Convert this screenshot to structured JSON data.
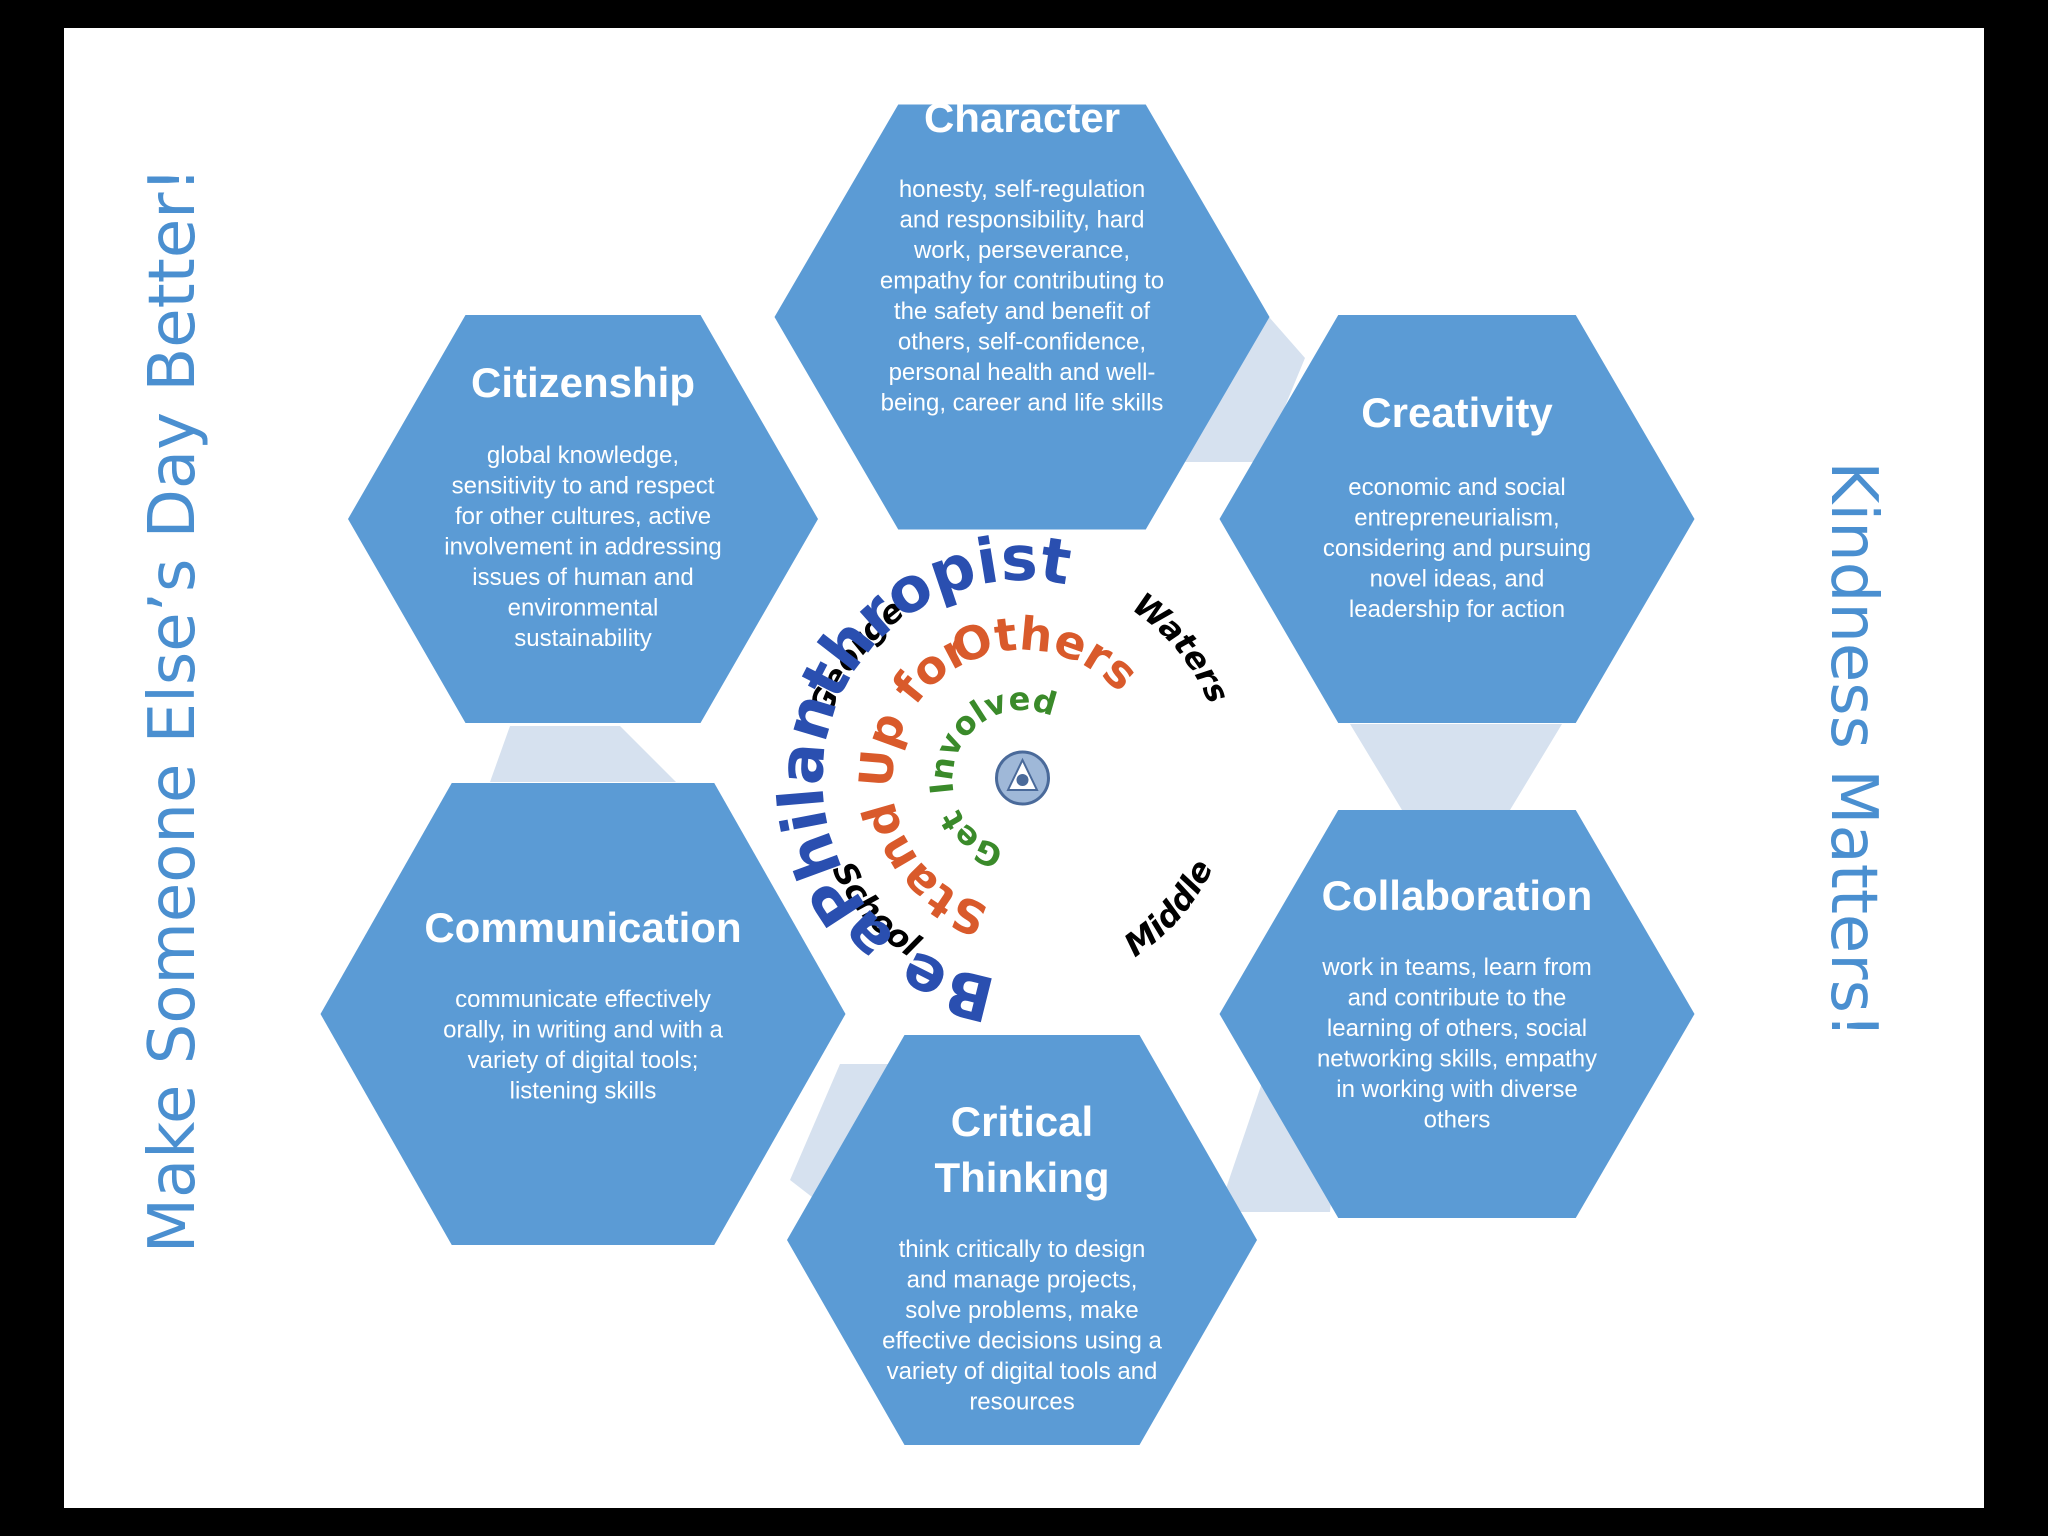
{
  "slogans": {
    "left": "Make Someone Else’s Day Better!",
    "right": "Kindness Matters!"
  },
  "colors": {
    "hexagon_fill": "#5b9bd5",
    "connector_fill": "#d6e1ef",
    "slogan_text": "#4a8fd0",
    "logo_blue": "#2a4fb0",
    "logo_red": "#d95a2b",
    "logo_green": "#3a8a2a"
  },
  "hexagons": [
    {
      "id": "character",
      "title_lines": [
        "Character"
      ],
      "description_lines": [
        "honesty, self-regulation",
        "and responsibility, hard",
        "work, perseverance,",
        "empathy for contributing to",
        "the safety and benefit of",
        "others, self-confidence,",
        "personal health and well-",
        "being, career and life skills"
      ]
    },
    {
      "id": "creativity",
      "title_lines": [
        "Creativity"
      ],
      "description_lines": [
        "economic and social",
        "entrepreneurialism,",
        "considering and pursuing",
        "novel ideas, and",
        "leadership for action"
      ]
    },
    {
      "id": "collaboration",
      "title_lines": [
        "Collaboration"
      ],
      "description_lines": [
        "work in teams, learn from",
        "and contribute to the",
        "learning of others, social",
        "networking skills, empathy",
        "in working with diverse",
        "others"
      ]
    },
    {
      "id": "critical-thinking",
      "title_lines": [
        "Critical",
        "Thinking"
      ],
      "description_lines": [
        "think critically to design",
        "and manage projects,",
        "solve problems, make",
        "effective decisions using a",
        "variety of digital tools and",
        "resources"
      ]
    },
    {
      "id": "communication",
      "title_lines": [
        "Communication"
      ],
      "description_lines": [
        "communicate effectively",
        "orally, in writing and with a",
        "variety of digital tools;",
        "listening skills"
      ]
    },
    {
      "id": "citizenship",
      "title_lines": [
        "Citizenship"
      ],
      "description_lines": [
        "global knowledge,",
        "sensitivity to and respect",
        "for other cultures, active",
        "involvement in addressing",
        "issues of human and",
        "environmental",
        "sustainability"
      ]
    }
  ],
  "logo": {
    "words": {
      "george": "George",
      "waters": "Waters",
      "middle": "Middle",
      "school": "School",
      "be_a": "Be a",
      "philanthropist": "Philanthropist",
      "stand": "Stand",
      "up_for": "Up for",
      "others": "Others",
      "get": "Get",
      "involved": "Involved"
    },
    "center_icon": "school-crest-icon"
  }
}
